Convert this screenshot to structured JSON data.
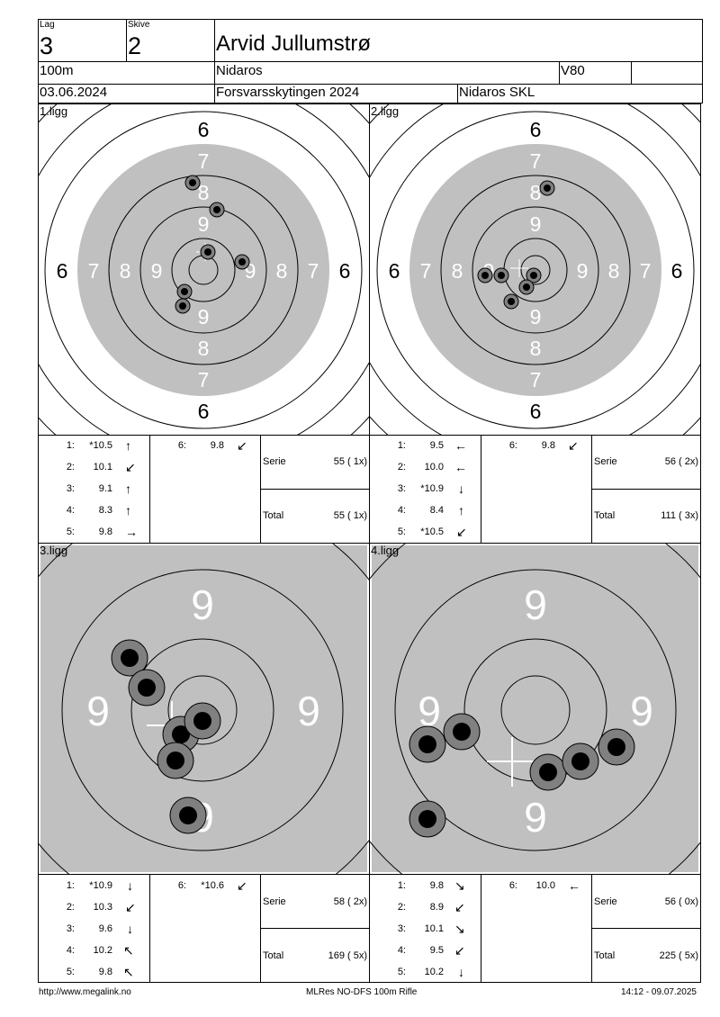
{
  "header": {
    "lag_label": "Lag",
    "lag": "3",
    "skive_label": "Skive",
    "skive": "2",
    "name": "Arvid Jullumstrø",
    "distance": "100m",
    "club": "Nidaros",
    "class": "V80",
    "date": "03.06.2024",
    "event": "Forsvarsskytingen 2024",
    "organizer": "Nidaros SKL"
  },
  "panels": [
    {
      "label": "1.ligg",
      "shots": [
        {
          "n": "1:",
          "v": "*10.5",
          "arrow": "↑"
        },
        {
          "n": "2:",
          "v": "10.1",
          "arrow": "↙"
        },
        {
          "n": "3:",
          "v": "9.1",
          "arrow": "↑"
        },
        {
          "n": "4:",
          "v": "8.3",
          "arrow": "↑"
        },
        {
          "n": "5:",
          "v": "9.8",
          "arrow": "→"
        },
        {
          "n": "6:",
          "v": "9.8",
          "arrow": "↙"
        }
      ],
      "serie_label": "Serie",
      "serie": "55 ( 1x)",
      "total_label": "Total",
      "total": "55 ( 1x)"
    },
    {
      "label": "2.ligg",
      "shots": [
        {
          "n": "1:",
          "v": "9.5",
          "arrow": "←"
        },
        {
          "n": "2:",
          "v": "10.0",
          "arrow": "←"
        },
        {
          "n": "3:",
          "v": "*10.9",
          "arrow": "↓"
        },
        {
          "n": "4:",
          "v": "8.4",
          "arrow": "↑"
        },
        {
          "n": "5:",
          "v": "*10.5",
          "arrow": "↙"
        },
        {
          "n": "6:",
          "v": "9.8",
          "arrow": "↙"
        }
      ],
      "serie_label": "Serie",
      "serie": "56 ( 2x)",
      "total_label": "Total",
      "total": "111 ( 3x)"
    },
    {
      "label": "3.ligg",
      "shots": [
        {
          "n": "1:",
          "v": "*10.9",
          "arrow": "↓"
        },
        {
          "n": "2:",
          "v": "10.3",
          "arrow": "↙"
        },
        {
          "n": "3:",
          "v": "9.6",
          "arrow": "↓"
        },
        {
          "n": "4:",
          "v": "10.2",
          "arrow": "↖"
        },
        {
          "n": "5:",
          "v": "9.8",
          "arrow": "↖"
        },
        {
          "n": "6:",
          "v": "*10.6",
          "arrow": "↙"
        }
      ],
      "serie_label": "Serie",
      "serie": "58 ( 2x)",
      "total_label": "Total",
      "total": "169 ( 5x)"
    },
    {
      "label": "4.ligg",
      "shots": [
        {
          "n": "1:",
          "v": "9.8",
          "arrow": "↘"
        },
        {
          "n": "2:",
          "v": "8.9",
          "arrow": "↙"
        },
        {
          "n": "3:",
          "v": "10.1",
          "arrow": "↘"
        },
        {
          "n": "4:",
          "v": "9.5",
          "arrow": "↙"
        },
        {
          "n": "5:",
          "v": "10.2",
          "arrow": "↓"
        },
        {
          "n": "6:",
          "v": "10.0",
          "arrow": "←"
        }
      ],
      "serie_label": "Serie",
      "serie": "56 ( 0x)",
      "total_label": "Total",
      "total": "225 ( 5x)"
    }
  ],
  "ring_labels": {
    "six": "6",
    "seven": "7",
    "eight": "8",
    "nine": "9"
  },
  "footer": {
    "url": "http://www.megalink.no",
    "program": "MLRes NO-DFS 100m Rifle",
    "time": "14:12 - 09.07.2025"
  },
  "colors": {
    "target_gray": "#c0c0c0",
    "shot_ring": "#808080",
    "shot_core": "#000000"
  }
}
